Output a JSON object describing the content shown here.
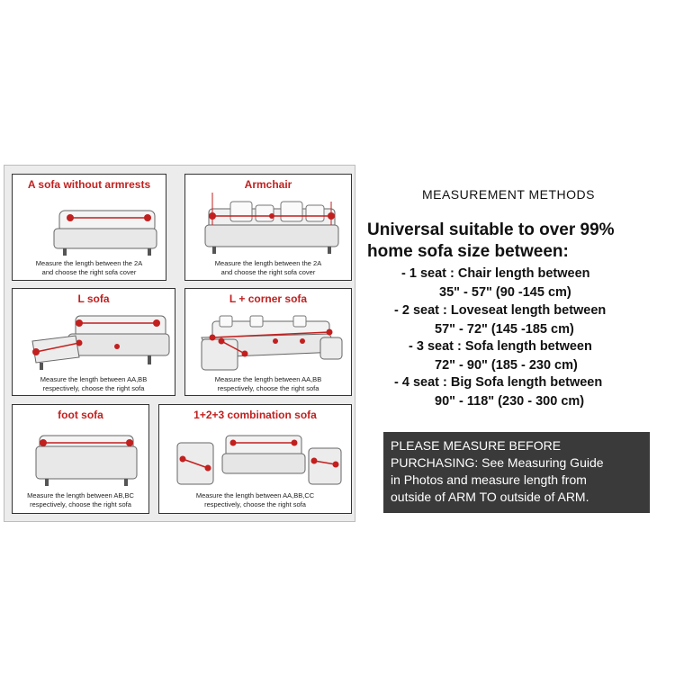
{
  "cards": [
    {
      "id": "sofa-without-armrests",
      "title": "A sofa without armrests",
      "caption": "Measure the length between the 2A\nand choose the right sofa cover"
    },
    {
      "id": "armchair",
      "title": "Armchair",
      "caption": "Measure the length between the 2A\nand choose the right sofa cover"
    },
    {
      "id": "l-sofa",
      "title": "L sofa",
      "caption": "Measure the length between AA,BB\nrespectively, choose the right sofa"
    },
    {
      "id": "l-corner-sofa",
      "title": "L + corner sofa",
      "caption": "Measure the length between AA,BB\nrespectively, choose the right sofa"
    },
    {
      "id": "foot-sofa",
      "title": "foot sofa",
      "caption": "Measure the length between AB,BC\nrespectively, choose the right sofa"
    },
    {
      "id": "combination-sofa",
      "title": "1+2+3 combination sofa",
      "caption": "Measure the length between AA,BB,CC\nrespectively, choose the right sofa"
    }
  ],
  "info": {
    "heading": "MEASUREMENT METHODS",
    "tagline": "Universal suitable to over 99%\nhome sofa size between:",
    "specs": [
      {
        "line1": "- 1 seat : Chair length between",
        "line2": "35\" - 57\" (90 -145 cm)"
      },
      {
        "line1": "- 2 seat : Loveseat length between",
        "line2": "57\" - 72\" (145 -185 cm)"
      },
      {
        "line1": "- 3 seat : Sofa length between",
        "line2": "72\" - 90\" (185 - 230 cm)"
      },
      {
        "line1": "- 4 seat : Big Sofa length between",
        "line2": "90\" - 118\" (230 - 300 cm)"
      }
    ],
    "notice": "PLEASE MEASURE BEFORE\nPURCHASING: See Measuring Guide\nin Photos and measure length from\noutside of ARM TO outside of ARM."
  },
  "colors": {
    "accent": "#c2201f",
    "notice_bg": "#3a3a3a"
  }
}
